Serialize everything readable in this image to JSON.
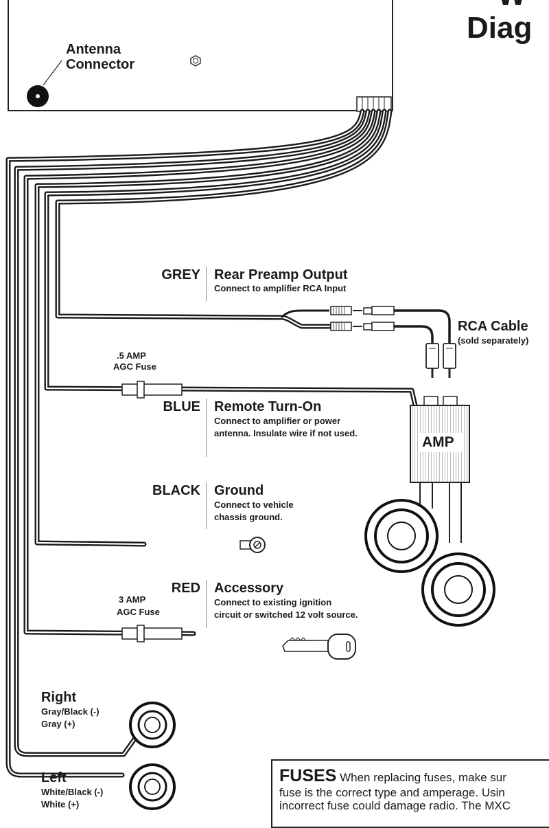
{
  "title": {
    "line1": "W",
    "line2": "Diag"
  },
  "head_unit": {
    "antenna_label_1": "Antenna",
    "antenna_label_2": "Connector"
  },
  "wires": {
    "grey": {
      "color_name": "GREY",
      "title": "Rear Preamp Output",
      "desc_1": "Connect to amplifier RCA Input"
    },
    "blue": {
      "color_name": "BLUE",
      "title": "Remote Turn-On",
      "desc_1": "Connect to amplifier or power",
      "desc_2": "antenna. Insulate wire if not used."
    },
    "black": {
      "color_name": "BLACK",
      "title": "Ground",
      "desc_1": "Connect to vehicle",
      "desc_2": "chassis ground."
    },
    "red": {
      "color_name": "RED",
      "title": "Accessory",
      "desc_1": "Connect to existing ignition",
      "desc_2": "circuit or switched 12 volt source."
    }
  },
  "fuses": {
    "blue_fuse_1": ".5 AMP",
    "blue_fuse_2": "AGC Fuse",
    "red_fuse_1": "3 AMP",
    "red_fuse_2": "AGC Fuse"
  },
  "rca": {
    "label": "RCA Cable",
    "sub": "(sold separately)"
  },
  "amp": {
    "label": "AMP"
  },
  "speakers": {
    "right": {
      "label": "Right",
      "neg": "Gray/Black (-)",
      "pos": "Gray (+)"
    },
    "left": {
      "label": "Left",
      "neg": "White/Black (-)",
      "pos": "White (+)"
    }
  },
  "fuses_note": {
    "head": "FUSES",
    "line1": " When replacing fuses, make sur",
    "line2": "fuse is the correct type and amperage. Usin",
    "line3": "incorrect fuse could damage radio. The MXC"
  }
}
